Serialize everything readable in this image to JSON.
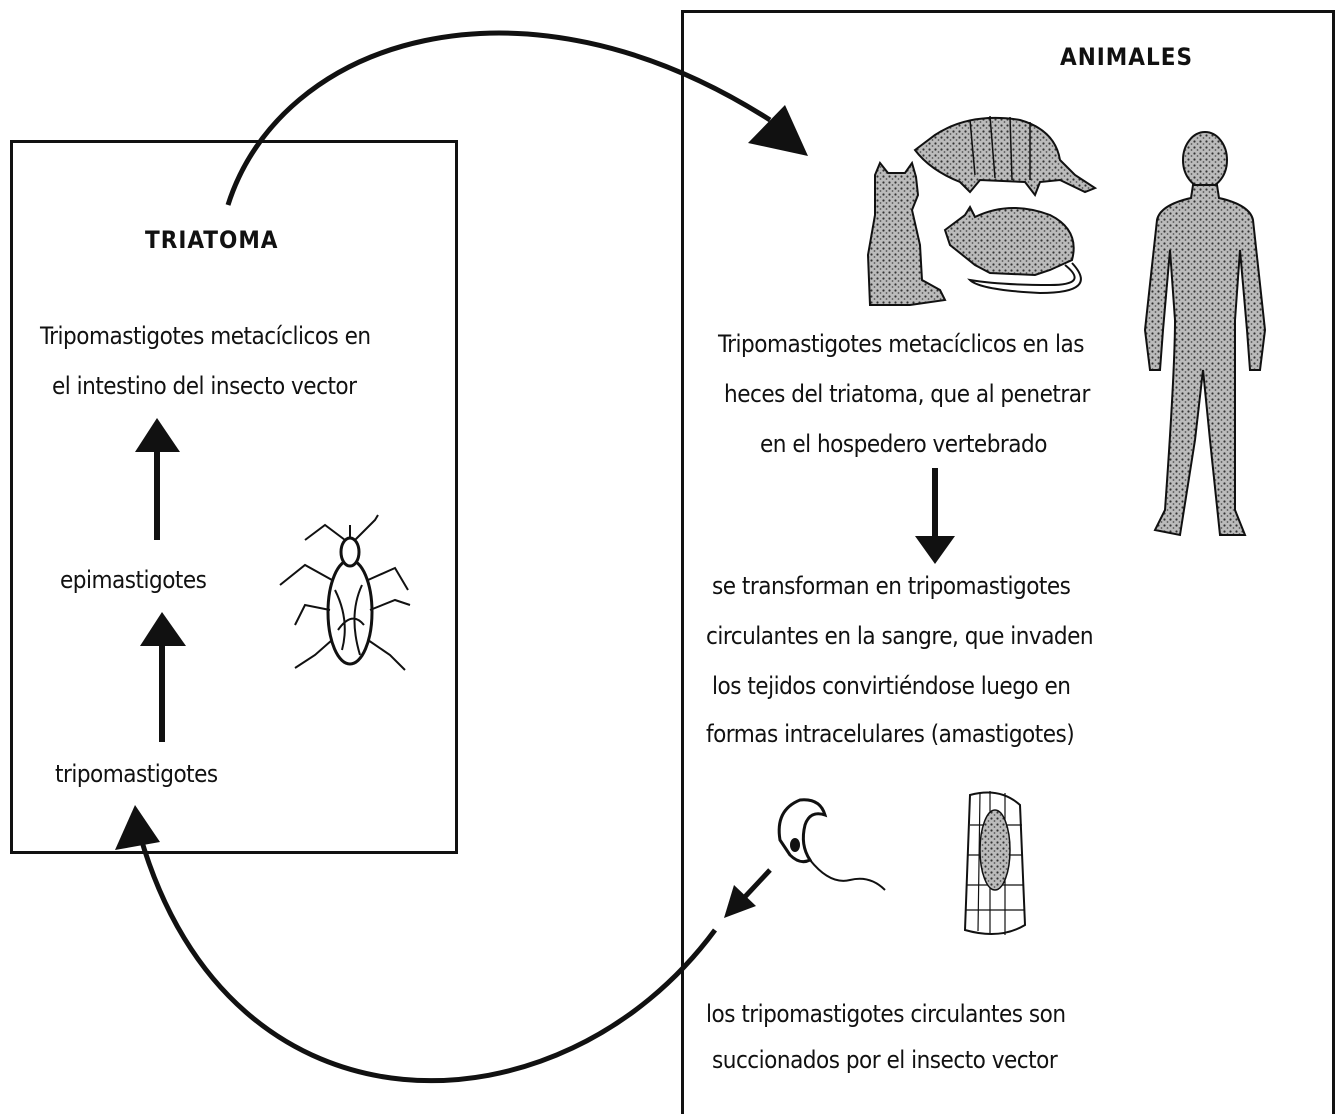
{
  "triatoma": {
    "title": "TRIATOMA",
    "line1": "Tripomastigotes metacíclicos en",
    "line2": "el intestino del insecto vector",
    "epimastigotes": "epimastigotes",
    "tripomastigotes": "tripomastigotes"
  },
  "animales": {
    "title": "ANIMALES",
    "block1": [
      "Tripomastigotes metacíclicos en las",
      "heces del triatoma, que al penetrar",
      "en el hospedero vertebrado"
    ],
    "block2": [
      "se transforman en tripomastigotes",
      "circulantes en la sangre, que invaden",
      "los tejidos convirtiéndose luego en",
      "formas intracelulares (amastigotes)"
    ],
    "block3": [
      "los tripomastigotes circulantes son",
      "succionados por el insecto vector"
    ]
  },
  "icons": [
    "insect-vector-icon",
    "cat-icon",
    "armadillo-icon",
    "rat-icon",
    "human-figure-icon",
    "trypanosome-icon",
    "tissue-amastigotes-icon"
  ],
  "colors": {
    "ink": "#111111",
    "background": "#ffffff"
  }
}
